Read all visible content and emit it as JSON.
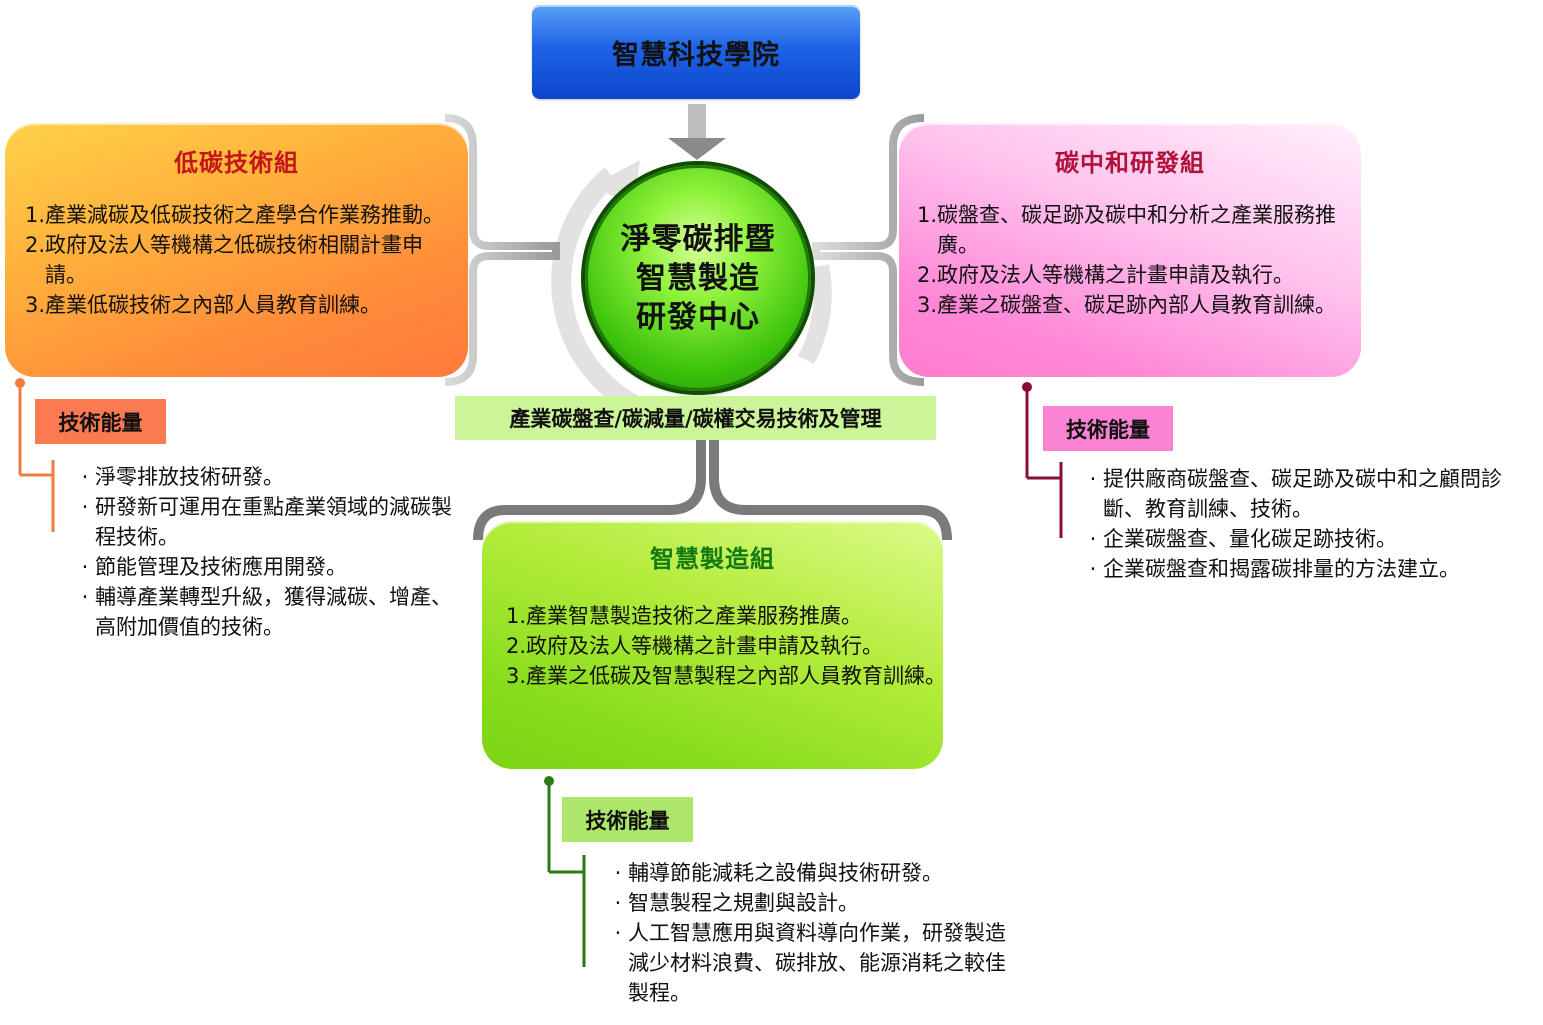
{
  "top_unit": "智慧科技學院",
  "center": {
    "lines": [
      "淨零碳排暨",
      "智慧製造",
      "研發中心"
    ],
    "scope": "產業碳盤查/碳減量/碳權交易技術及管理"
  },
  "groups": {
    "low_carbon": {
      "title": "低碳技術組",
      "items": [
        {
          "num": "1.",
          "text": "產業減碳及低碳技術之產學合作業務推動。"
        },
        {
          "num": "2.",
          "text": "政府及法人等機構之低碳技術相關計畫申請。"
        },
        {
          "num": "3.",
          "text": "產業低碳技術之內部人員教育訓練。"
        }
      ],
      "capability_label": "技術能量",
      "capabilities": [
        "淨零排放技術研發。",
        "研發新可運用在重點產業領域的減碳製程技術。",
        "節能管理及技術應用開發。",
        "輔導產業轉型升級，獲得減碳、增產、高附加價值的技術。"
      ]
    },
    "carbon_neutral": {
      "title": "碳中和研發組",
      "items": [
        {
          "num": "1.",
          "text": "碳盤查、碳足跡及碳中和分析之產業服務推廣。"
        },
        {
          "num": "2.",
          "text": "政府及法人等機構之計畫申請及執行。"
        },
        {
          "num": "3.",
          "text": "產業之碳盤查、碳足跡內部人員教育訓練。"
        }
      ],
      "capability_label": "技術能量",
      "capabilities": [
        "提供廠商碳盤查、碳足跡及碳中和之顧問診斷、教育訓練、技術。",
        "企業碳盤查、量化碳足跡技術。",
        "企業碳盤查和揭露碳排量的方法建立。"
      ]
    },
    "smart_manufacturing": {
      "title": "智慧製造組",
      "items": [
        {
          "num": "1.",
          "text": "產業智慧製造技術之產業服務推廣。"
        },
        {
          "num": "2.",
          "text": "政府及法人等機構之計畫申請及執行。"
        },
        {
          "num": "3.",
          "text": "產業之低碳及智慧製程之內部人員教育訓練。"
        }
      ],
      "capability_label": "技術能量",
      "capabilities": [
        "輔導節能減耗之設備與技術研發。",
        "智慧製程之規劃與設計。",
        "人工智慧應用與資料導向作業，研發製造減少材料浪費、碳排放、能源消耗之較佳製程。"
      ]
    }
  },
  "bullet_glyph": "·",
  "colors": {
    "top_blue": "#1e63e6",
    "low_carbon_orange": "#ff8a3a",
    "carbon_neutral_pink": "#ff86d6",
    "smart_green": "#86dc1a",
    "center_green": "#3cc20c",
    "connector_gray": "#a6a6a6",
    "left_line": "#f07d3e",
    "right_line": "#8c0a3a",
    "bottom_line": "#2b7a12"
  }
}
